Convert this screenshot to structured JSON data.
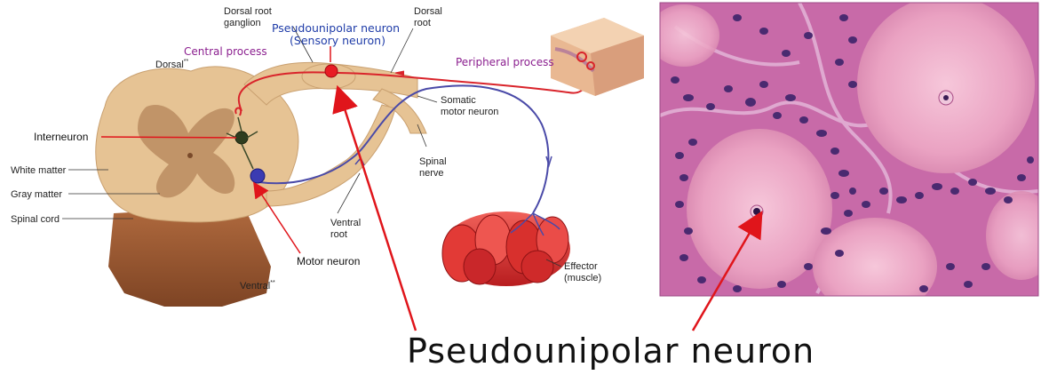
{
  "diagram": {
    "labels": {
      "dorsal_root_ganglion": [
        "Dorsal root",
        "ganglion"
      ],
      "pseudounipolar_small": [
        "Pseudounipolar neuron",
        "(Sensory neuron)"
      ],
      "dorsal_root": [
        "Dorsal",
        "root"
      ],
      "central_process": "Central process",
      "peripheral_process": "Peripheral process",
      "dorsal": "Dorsal",
      "somatic_motor_neuron": [
        "Somatic",
        "motor neuron"
      ],
      "interneuron": "Interneuron",
      "white_matter": "White matter",
      "gray_matter": "Gray matter",
      "spinal_cord": "Spinal cord",
      "spinal_nerve": [
        "Spinal",
        "nerve"
      ],
      "ventral_root": [
        "Ventral",
        "root"
      ],
      "motor_neuron": "Motor neuron",
      "ventral": "Ventral",
      "effector": [
        "Effector",
        "(muscle)"
      ]
    },
    "superscripts": {
      "dorsal": "**",
      "ventral": "**"
    },
    "colors": {
      "sensory": "#d9242b",
      "motor": "#4a4aa8",
      "tissue_light": "#e8c89a",
      "tissue_dark": "#9b5a35",
      "annotation": "#e0151b"
    }
  },
  "micrograph": {
    "colors": {
      "cell_body": "#eaa2c2",
      "stroma": "#c86aa8",
      "nucleus": "#4a2a70"
    }
  },
  "caption": "Pseudounipolar neuron"
}
